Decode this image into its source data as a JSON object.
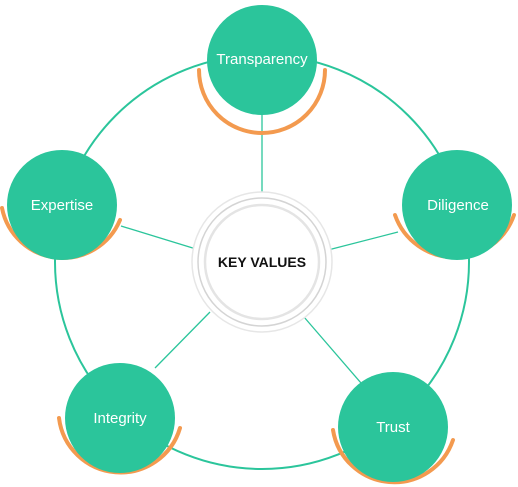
{
  "diagram": {
    "center": {
      "label": "KEY VALUES"
    },
    "nodes": [
      {
        "label": "Transparency"
      },
      {
        "label": "Diligence"
      },
      {
        "label": "Trust"
      },
      {
        "label": "Integrity"
      },
      {
        "label": "Expertise"
      }
    ]
  },
  "colors": {
    "node_fill": "#2bc59b",
    "accent_arc": "#f39a4f",
    "connector": "#2bc59b",
    "center_ring": "#d9d9d9",
    "center_fill": "#ffffff",
    "node_text": "#ffffff",
    "center_text": "#111111"
  }
}
